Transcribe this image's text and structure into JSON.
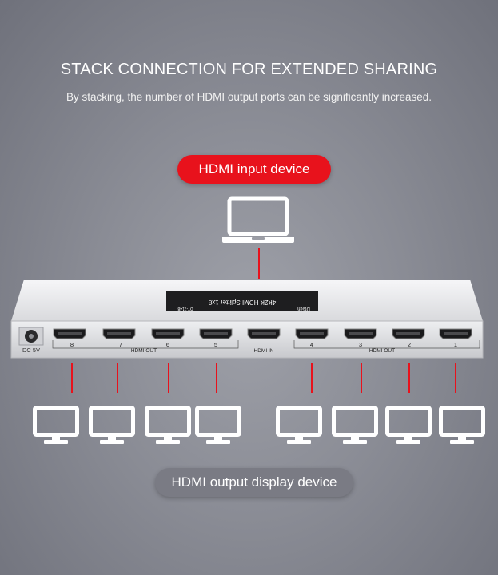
{
  "heading": {
    "title": "STACK CONNECTION FOR EXTENDED SHARING",
    "subtitle": "By stacking, the number of HDMI output ports can be significantly increased."
  },
  "input_label": "HDMI input device",
  "output_label": "HDMI output display device",
  "device": {
    "label_line1": "4K2K HDMI Splitter 1x8",
    "label_line2": "Dtech",
    "label_line3": "DT-7148",
    "power_label": "DC 5V",
    "in_label": "HDMI IN",
    "out_label_left": "HDMI OUT",
    "out_label_right": "HDMI OUT",
    "port_numbers": [
      "8",
      "7",
      "6",
      "5",
      "4",
      "3",
      "2",
      "1"
    ]
  },
  "icons": {
    "input": "laptop-icon",
    "output": "monitor-icon"
  },
  "colors": {
    "accent": "#e8121c",
    "output_pill": "#7a7b84"
  }
}
